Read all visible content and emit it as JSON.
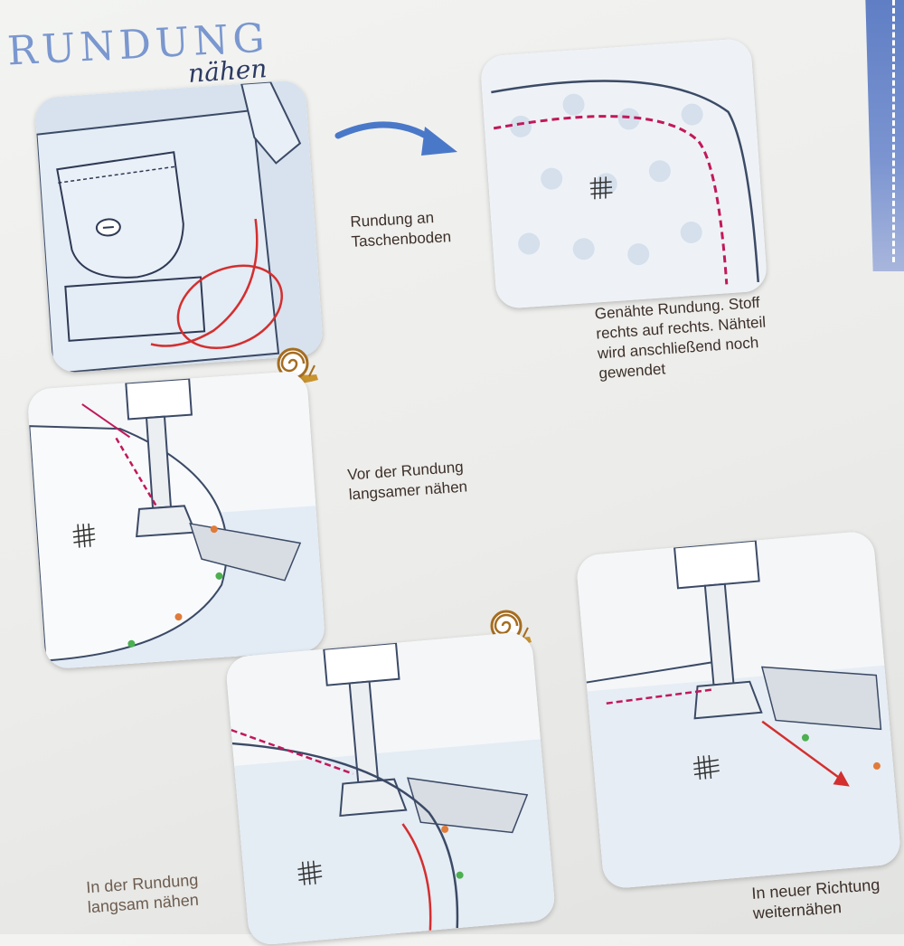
{
  "title": {
    "main": "RUNDUNG",
    "sub": "nähen"
  },
  "captions": {
    "step1": "Rundung an\nTaschenboden",
    "step2": "Genähte Rundung. Stoff\nrechts auf rechts. Nähteil\nwird anschließend noch\ngewendet",
    "step3": "Vor der Rundung\nlangsamer nähen",
    "step4": "In der Rundung\nlangsam nähen",
    "step5": "In neuer Richtung\nweiternähen"
  },
  "icons": [
    "snail-icon",
    "arrow-icon",
    "fabric-grain-icon"
  ],
  "colors": {
    "accent_blue": "#5f7ec4",
    "stitch_magenta": "#c2185b",
    "thread_red": "#d32f2f",
    "card_blue": "#dbe6f1"
  }
}
